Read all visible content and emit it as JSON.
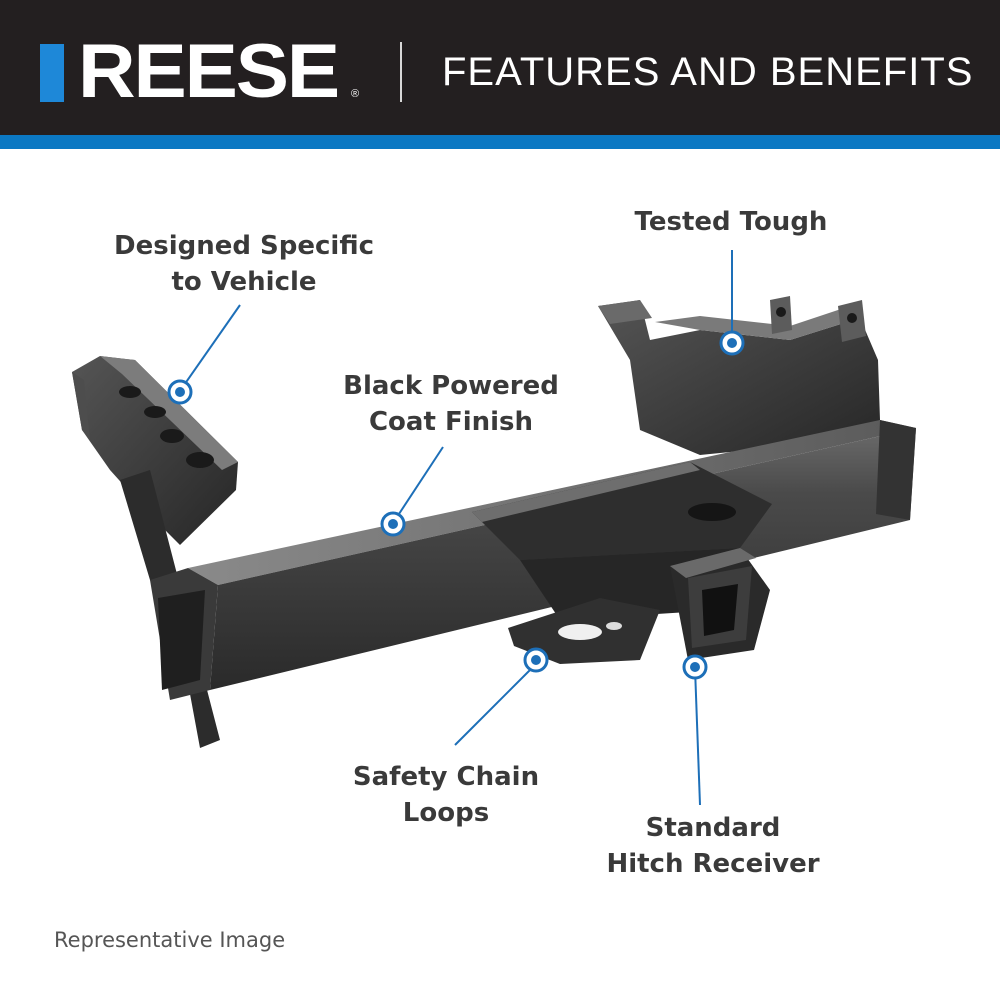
{
  "header": {
    "brand": "REESE",
    "registered_mark": "®",
    "title": "FEATURES AND BENEFITS"
  },
  "callouts": {
    "designed_specific": {
      "line1": "Designed Specific",
      "line2": "to Vehicle"
    },
    "tested_tough": {
      "line1": "Tested Tough"
    },
    "black_powder": {
      "line1": "Black Powered",
      "line2": "Coat Finish"
    },
    "safety_chain": {
      "line1": "Safety Chain",
      "line2": "Loops"
    },
    "hitch_receiver": {
      "line1": "Standard",
      "line2": "Hitch Receiver"
    }
  },
  "footnote": "Representative Image",
  "colors": {
    "header_bg": "#231f20",
    "accent_blue": "#0b78c3",
    "logo_bar": "#1e88d8",
    "label_text": "#3a3a3a",
    "product_metal": "#3c3c3c"
  }
}
